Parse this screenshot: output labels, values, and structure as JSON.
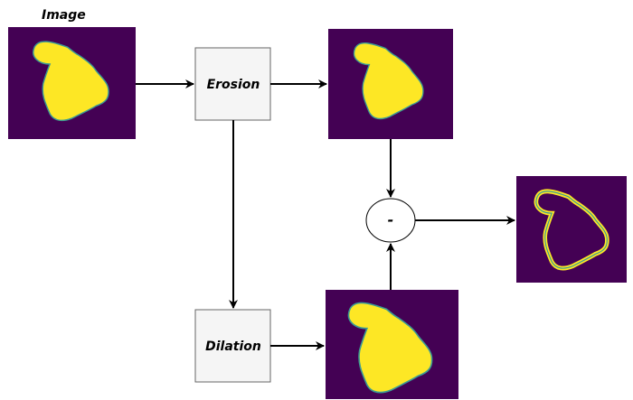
{
  "title": "Image",
  "nodes": {
    "erosion_label": "Erosion",
    "dilation_label": "Dilation",
    "subtract_label": "-"
  },
  "colors": {
    "image_background": "#440154",
    "blob_fill": "#fde725",
    "blob_border": "#3b9a93",
    "process_box_fill": "#f5f5f5",
    "process_box_stroke": "#666666",
    "arrow": "#000000"
  },
  "icons": {
    "input_image": "input-image-thumbnail",
    "eroded_image": "eroded-image-thumbnail",
    "dilated_image": "dilated-image-thumbnail",
    "edge_image": "edge-outline-image-thumbnail"
  }
}
